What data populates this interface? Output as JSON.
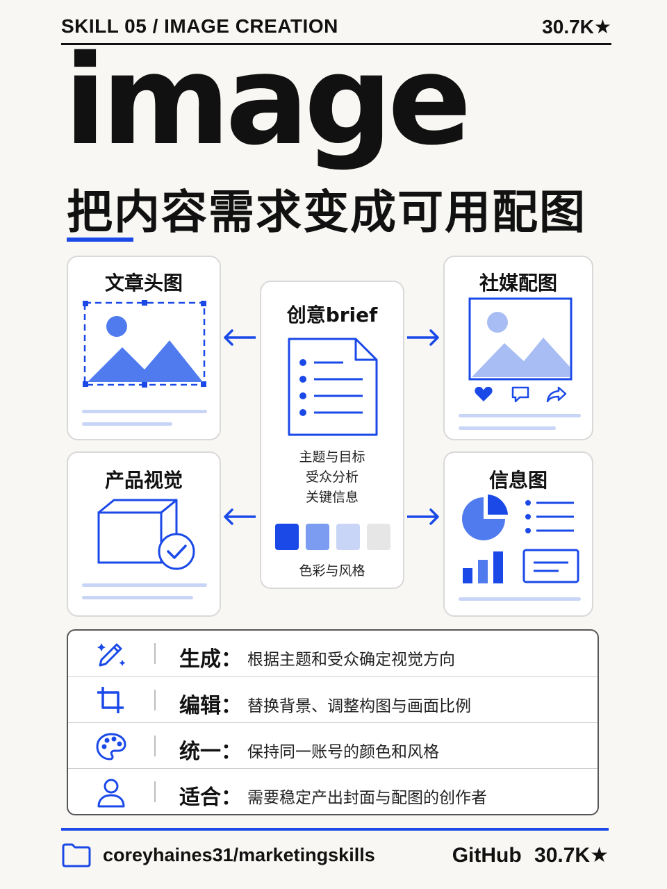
{
  "header": {
    "title": "SKILL 05 / IMAGE CREATION",
    "stars": "30.7K★"
  },
  "hero": {
    "title": "image",
    "subtitle": "把内容需求变成可用配图"
  },
  "cards": {
    "article": {
      "title": "文章头图"
    },
    "social": {
      "title": "社媒配图"
    },
    "product": {
      "title": "产品视觉"
    },
    "infographic": {
      "title": "信息图"
    },
    "brief": {
      "title": "创意brief",
      "items": [
        "主题与目标",
        "受众分析",
        "关键信息"
      ],
      "swatch_label": "色彩与风格",
      "swatches": [
        "#1a49e8",
        "#7b9cf0",
        "#c9d5f6",
        "#e6e6e6"
      ]
    }
  },
  "table": {
    "rows": [
      {
        "icon": "magic-pen-icon",
        "label": "生成：",
        "text": "根据主题和受众确定视觉方向"
      },
      {
        "icon": "crop-icon",
        "label": "编辑：",
        "text": "替换背景、调整构图与画面比例"
      },
      {
        "icon": "palette-icon",
        "label": "统一：",
        "text": "保持同一账号的颜色和风格"
      },
      {
        "icon": "user-icon",
        "label": "适合：",
        "text": "需要稳定产出封面与配图的创作者"
      }
    ]
  },
  "footer": {
    "repo": "coreyhaines31/marketingskills",
    "platform": "GitHub",
    "stars": "30.7K★"
  },
  "colors": {
    "accent": "#1a49e8",
    "accent_mid": "#4f7bef",
    "accent_light": "#c9d5f6"
  }
}
